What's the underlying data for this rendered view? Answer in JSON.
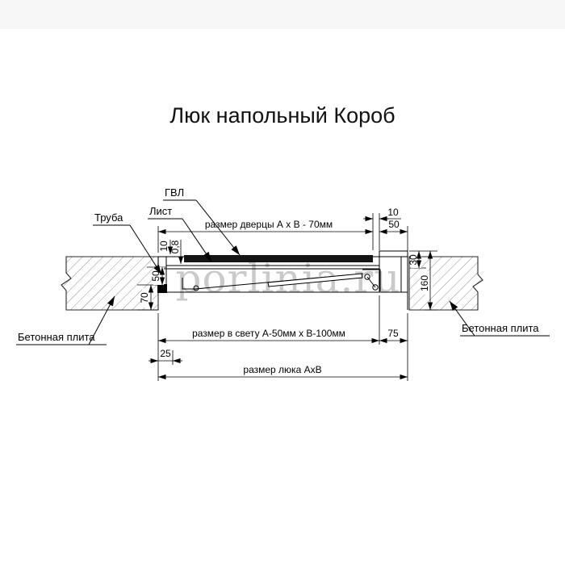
{
  "page": {
    "title": "Люк напольный Короб",
    "watermark": "porlinia.ru"
  },
  "callouts": {
    "gvl": "ГВЛ",
    "sheet": "Лист",
    "tube": "Труба",
    "concrete_left": "Бетонная плита",
    "concrete_right": "Бетонная плита"
  },
  "dimensions": {
    "door": "размер дверцы А х В - 70мм",
    "gap_top": "10",
    "edge_top": "50",
    "gvl_thickness": "10",
    "sheet_thickness": "0,8",
    "frame_height": "50",
    "depth": "70",
    "slab_top": "30",
    "slab_total": "160",
    "clear": "размер в свету А-50мм х В-100мм",
    "right_offset": "75",
    "left_offset": "25",
    "hatch": "размер люка АхВ"
  }
}
